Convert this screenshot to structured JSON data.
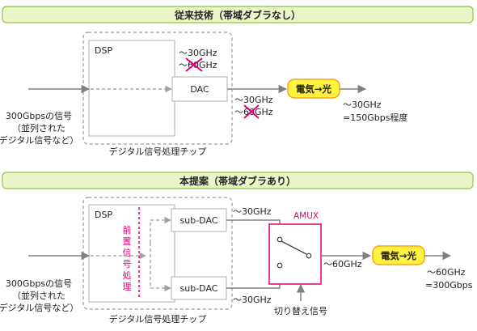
{
  "top": {
    "title": "従来技術（帯域ダブラなし）",
    "dsp": "DSP",
    "dac": "DAC",
    "freq_a": "～30GHz",
    "freq_a_struck": "～60GHz",
    "freq_b": "～30GHz",
    "freq_b_struck": "～60GHz",
    "converter": "電気→光",
    "input_text": [
      "300Gbpsの信号",
      "（並列された",
      "デジタル信号など）"
    ],
    "chip_label": "デジタル信号処理チップ",
    "output_text": [
      "～30GHz",
      "=150Gbps程度"
    ]
  },
  "bottom": {
    "title": "本提案（帯域ダブラあり）",
    "dsp": "DSP",
    "preprocess": [
      "前",
      "置",
      "信",
      "号",
      "処",
      "理"
    ],
    "dac_top": "sub-DAC",
    "dac_bottom": "sub-DAC",
    "freq_top": "～30GHz",
    "freq_bottom": "～30GHz",
    "amux": "AMUX",
    "freq_mid": "～60GHz",
    "converter": "電気→光",
    "switch_signal": "切り替え信号",
    "input_text": [
      "300Gbpsの信号",
      "（並列された",
      "デジタル信号など）"
    ],
    "chip_label": "デジタル信号処理チップ",
    "output_text": [
      "～60GHz",
      "=300Gbps"
    ]
  },
  "colors": {
    "title_bg": "#eaf6c8",
    "title_border": "#8dc63f",
    "magenta": "#e2007a",
    "converter_fill": "#fff33f",
    "converter_stroke": "#f5a31a",
    "arrow": "#808080",
    "dashed": "#9a9a9a"
  }
}
